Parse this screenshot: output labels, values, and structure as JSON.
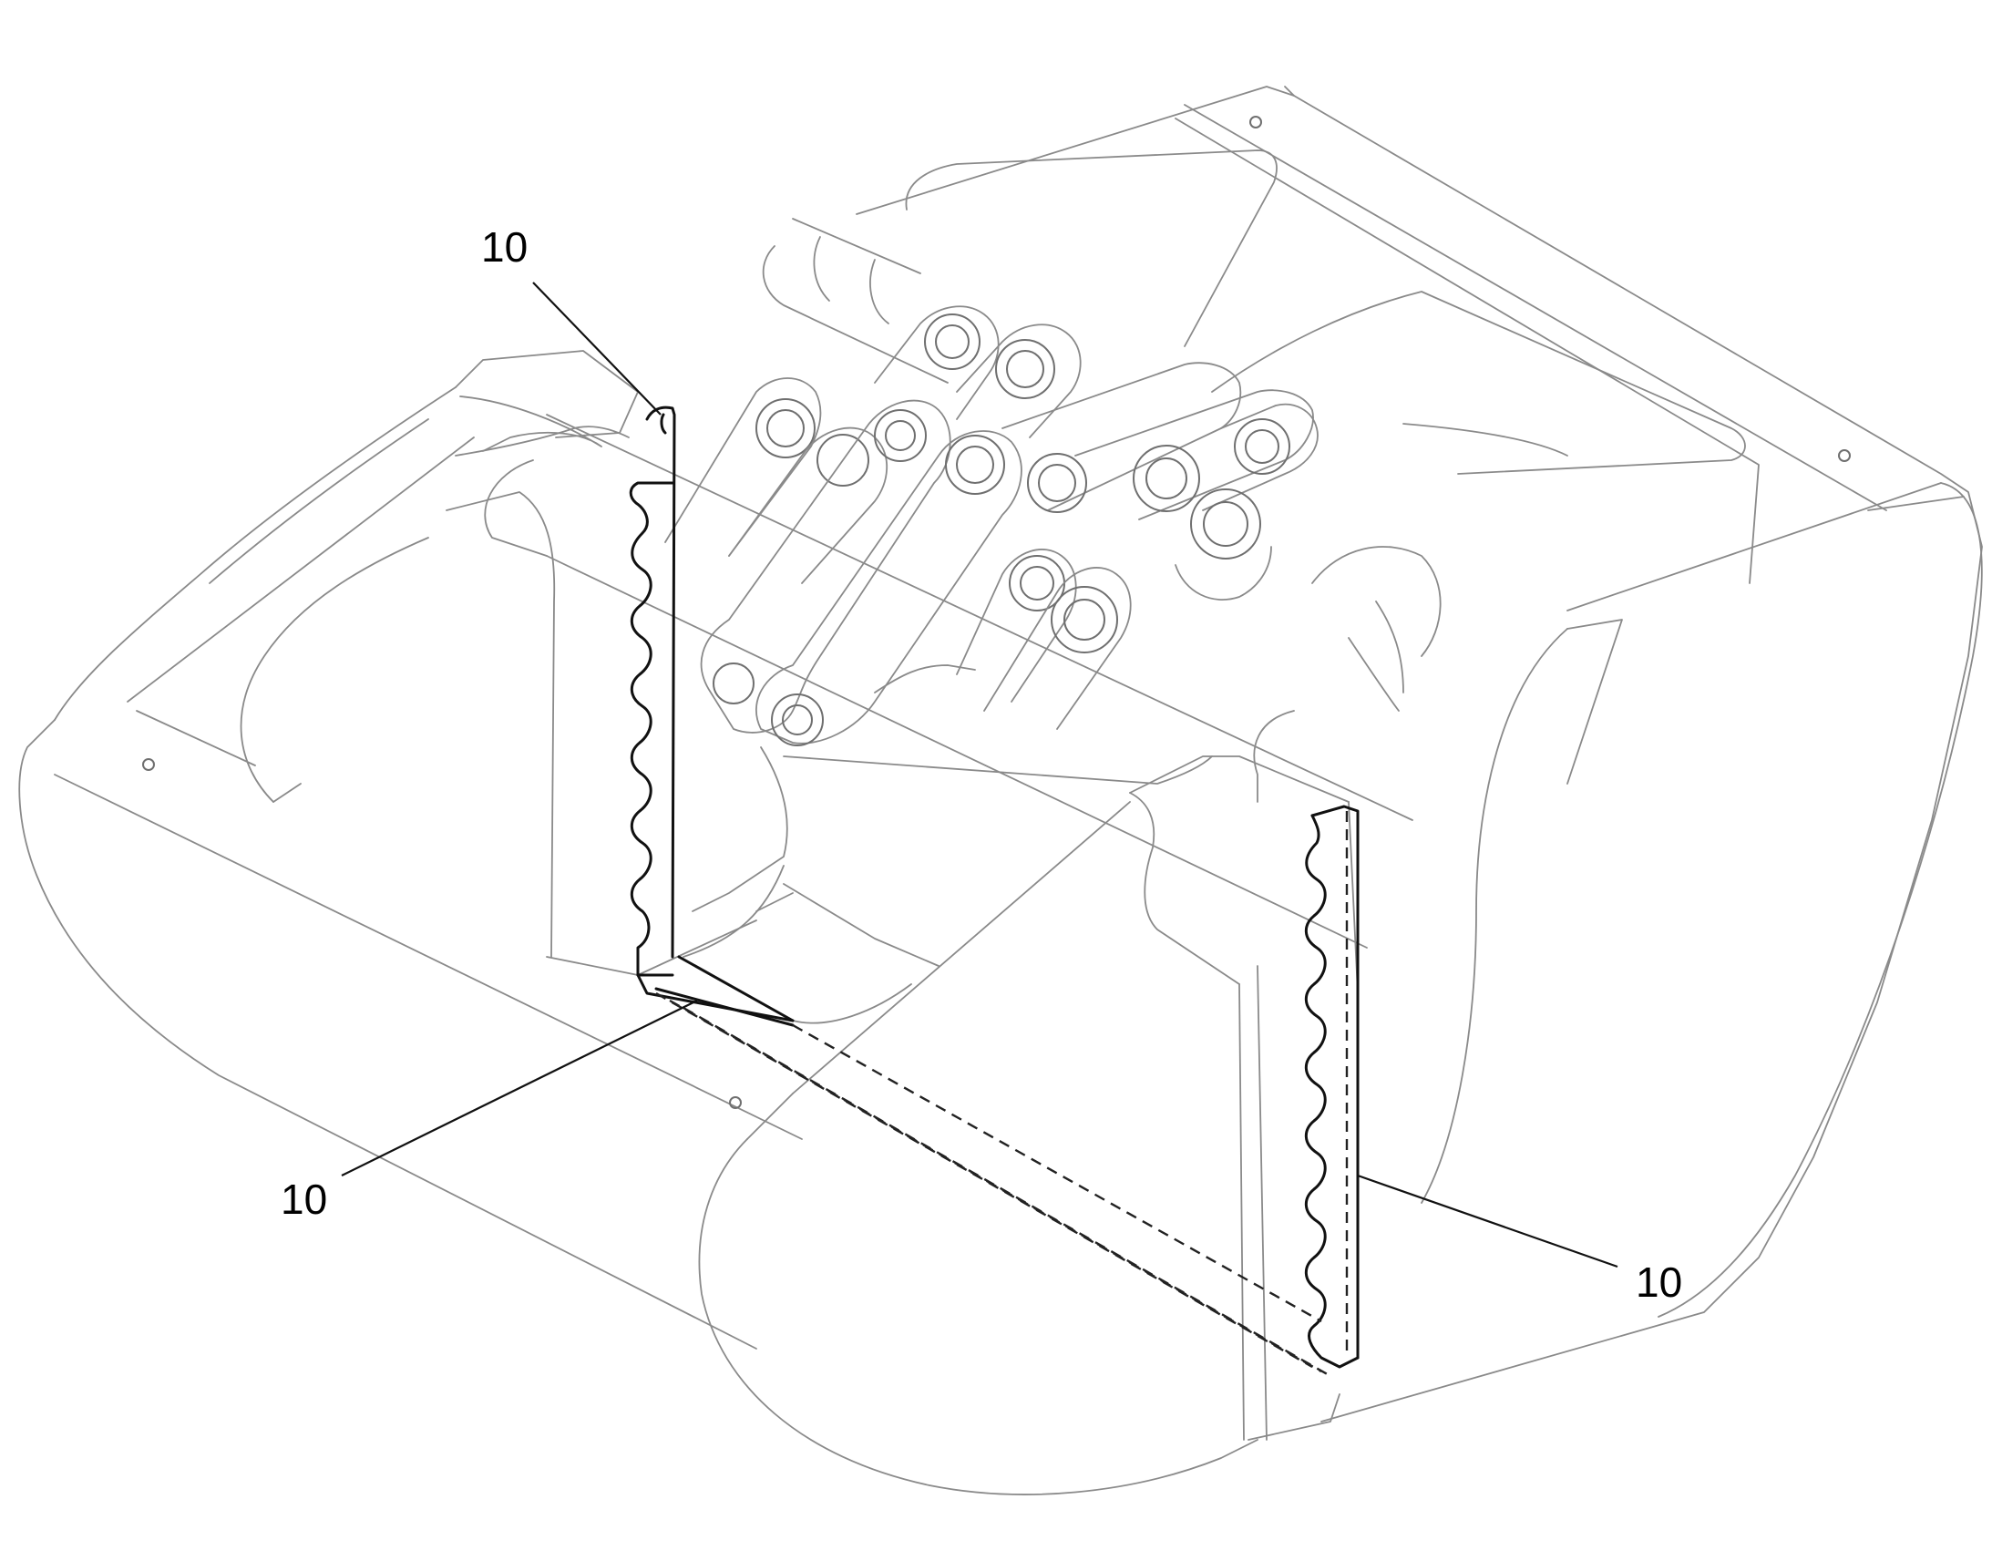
{
  "drawing": {
    "reference_labels": [
      {
        "id": "upper-left-edge",
        "text": "10"
      },
      {
        "id": "bottom-floor-edge",
        "text": "10"
      },
      {
        "id": "right-side-edge",
        "text": "10"
      }
    ],
    "line_color": "#8a8a8a",
    "reference_color": "#111111",
    "background": "#ffffff"
  }
}
